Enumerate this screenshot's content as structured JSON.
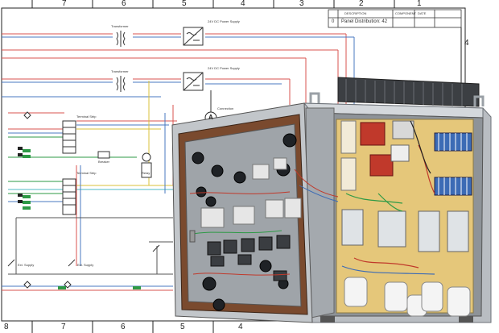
{
  "ruler": {
    "top": [
      "7",
      "6",
      "5",
      "4",
      "3",
      "2",
      "1"
    ],
    "bottom": [
      "8",
      "7",
      "6",
      "5",
      "4"
    ],
    "right": "4"
  },
  "title_block": {
    "rev": "0",
    "description_header": "DESCRIPTION",
    "title": "Panel Distribution: 42",
    "col3": "COMPONENT",
    "col4": "DATE"
  },
  "labels": {
    "ps1": "24V DC Power Supply",
    "ps2": "24V DC Power Supply",
    "xfmr1": "Transformer",
    "xfmr2": "Transformer",
    "terminal1": "Terminal Strip",
    "terminal2": "Terminal Strip",
    "breaker": "Breaker",
    "relay": "Relay",
    "conn": "Connection",
    "supply1": "Ext. Supply",
    "supply2": "Ext. Supply"
  },
  "marker": "A",
  "colors": {
    "wire_red": "#d9534f",
    "wire_blue": "#4a78c2",
    "wire_green": "#2e9a46",
    "wire_yellow": "#d8c03a",
    "wire_cyan": "#4fb8c6",
    "enclosure": "#c8ccd0",
    "backplate": "#e5c77a",
    "gasket": "#7a4a2e"
  }
}
